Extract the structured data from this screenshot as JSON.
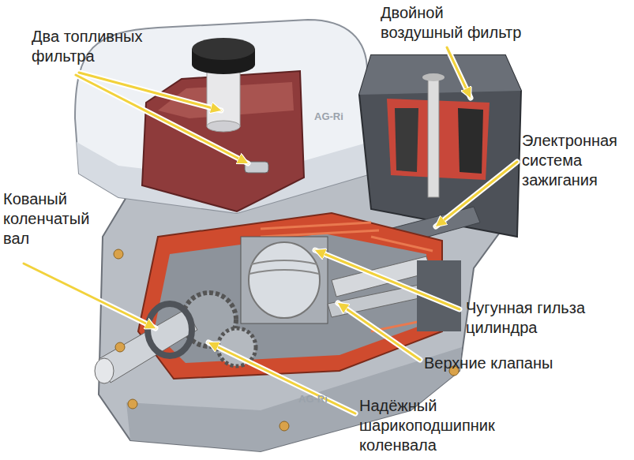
{
  "diagram": {
    "labels": [
      "Два топливных фильтра",
      "Двойной воздушный фильтр",
      "AG-Ri",
      "Электронная система зажигания",
      "Кованый коленчатый вал",
      "Чугунная гильза цилиндра",
      "Верхние клапаны",
      "AG-Ri",
      "Надёжный шарикоподшипник коленвала"
    ]
  }
}
